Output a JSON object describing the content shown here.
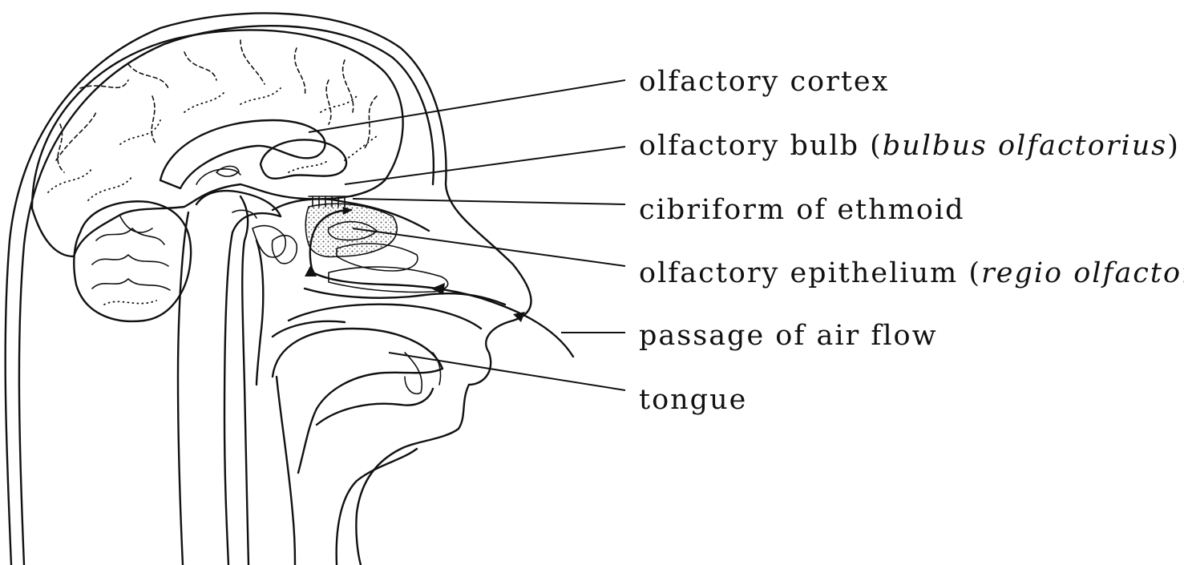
{
  "labels": {
    "olfactory_cortex": "olfactory cortex",
    "olfactory_bulb": "olfactory bulb (",
    "olfactory_bulb_latin": "bulbus olfactorius",
    "olfactory_bulb_close": ")",
    "cribriform": "cibriform of ethmoid",
    "epithelium": "olfactory epithelium (",
    "epithelium_latin": "regio olfactoria",
    "epithelium_close": ")",
    "air_flow": "passage of air flow",
    "tongue": "tongue"
  },
  "colors": {
    "ink": "#111111",
    "background": "#ffffff",
    "shading": "#bdbdbd"
  }
}
